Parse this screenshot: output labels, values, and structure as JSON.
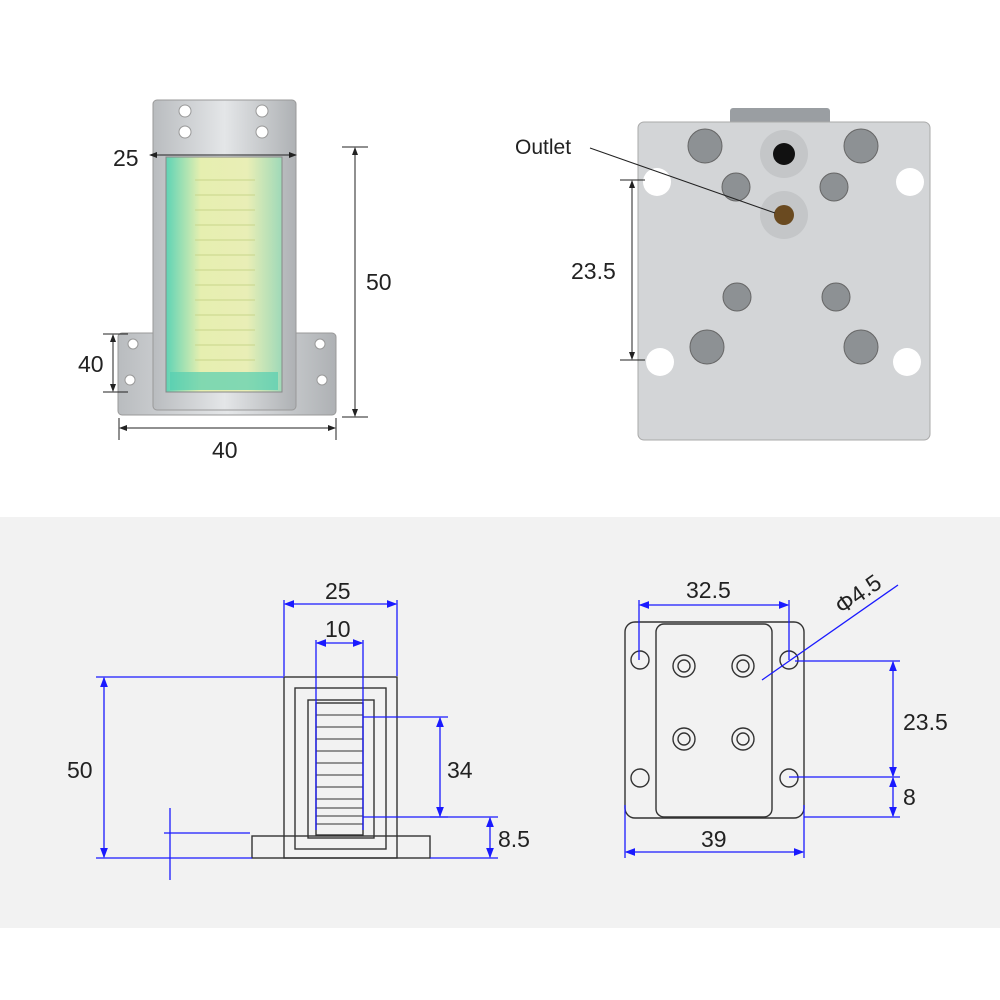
{
  "photo_front": {
    "width_top": "25",
    "height": "50",
    "base_height": "40",
    "base_width": "40"
  },
  "photo_back": {
    "outlet_label": "Outlet",
    "hole_spacing": "23.5"
  },
  "drawing_side": {
    "width": "25",
    "inner_width": "10",
    "height": "50",
    "window_height": "34",
    "base_height": "8.5"
  },
  "drawing_bottom": {
    "hole_span": "32.5",
    "hole_diameter": "Φ4.5",
    "vertical_spacing": "23.5",
    "edge_offset": "8",
    "overall_width": "39"
  },
  "colors": {
    "dimension_blue": "#1a1aff",
    "band_gray": "#f2f2f2",
    "metal": "#c9cbcd",
    "crystal": "#d9e8a0"
  }
}
